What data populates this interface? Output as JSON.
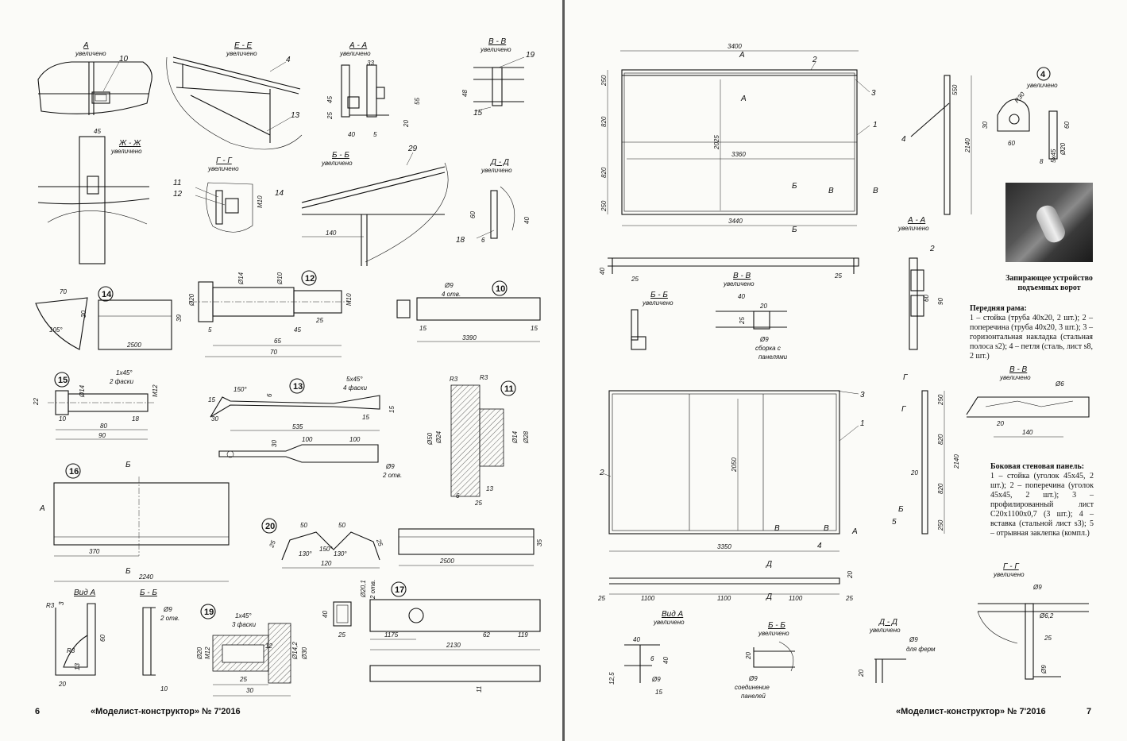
{
  "left_page": {
    "footer": {
      "page_number": "6",
      "journal": "«Моделист-конструктор» № 7'2016"
    },
    "views": {
      "a_mag": "А",
      "ee": "Е - Е",
      "aa": "А - А",
      "vv": "В - В",
      "zhzh": "Ж - Ж",
      "gg": "Г - Г",
      "bb": "Б - Б",
      "dd": "Д - Д",
      "vid_a": "Вид А",
      "bb2": "Б - Б",
      "magnified": "увеличено"
    },
    "parts": [
      "14",
      "12",
      "10",
      "15",
      "13",
      "11",
      "16",
      "20",
      "19",
      "17"
    ],
    "labels": {
      "n10": "10",
      "n4": "4",
      "n13": "13",
      "n19": "19",
      "n15": "15",
      "n11": "11",
      "n12": "12",
      "n14": "14",
      "n29": "29",
      "n18": "18",
      "d33": "33",
      "d45": "45",
      "d25": "25",
      "d40": "40",
      "d5": "5",
      "d55": "55",
      "d20": "20",
      "d48": "48",
      "d45b": "45",
      "m10": "M10",
      "d140": "140",
      "d60": "60",
      "d40b": "40",
      "d6": "6",
      "d70": "70",
      "d30": "30",
      "d105": "105°",
      "d2500": "2500",
      "d39": "39",
      "d_20": "Ø20",
      "d_14": "Ø14",
      "d_10": "Ø10",
      "m10b": "M10",
      "d5b": "5",
      "d45c": "45",
      "d25b": "25",
      "d65": "65",
      "d70b": "70",
      "d_9": "Ø9",
      "otv4": "4 отв.",
      "d15": "15",
      "d3390": "3390",
      "d15b": "15",
      "d22": "22",
      "d_14b": "Ø14",
      "ch1": "1x45°",
      "ch1b": "2 фаски",
      "m12": "M12",
      "d10": "10",
      "d80": "80",
      "d18": "18",
      "d90": "90",
      "d150": "150°",
      "d15c": "15",
      "d30b": "30",
      "d6b": "6",
      "ch5": "5x45°",
      "ch5b": "4 фаски",
      "d535": "535",
      "d15d": "15",
      "d15e": "15",
      "d30c": "30",
      "d100": "100",
      "d100b": "100",
      "d_9b": "Ø9",
      "otv2": "2 отв.",
      "r3": "R3",
      "r3b": "R3",
      "d_50": "Ø50",
      "d_24": "Ø24",
      "d_14c": "Ø14",
      "d_28": "Ø28",
      "d13": "13",
      "d6c": "6",
      "d25c": "25",
      "sb": "Б",
      "sa": "А",
      "d370": "370",
      "d2240": "2240",
      "d50": "50",
      "d50b": "50",
      "d25d": "25",
      "d25e": "25",
      "d130": "130°",
      "d150b": "150°",
      "d130b": "130°",
      "d120": "120",
      "d2500b": "2500",
      "d35": "35",
      "r3c": "R3",
      "d3": "3",
      "d60b": "60",
      "r3d": "R3",
      "d13b": "13",
      "d20b": "20",
      "d_9c": "Ø9",
      "otv2b": "2 отв.",
      "d10b": "10",
      "ch1c": "1x45°",
      "ch1d": "3 фаски",
      "d_20b": "Ø20",
      "m12b": "M12",
      "d12": "12",
      "d_14d": "Ø14,2",
      "d_30": "Ø30",
      "d25f": "25",
      "d30d": "30",
      "d40c": "40",
      "d25g": "25",
      "d_20c": "Ø20,1",
      "otv2c": "2 отв.",
      "d1175": "1175",
      "d62": "62",
      "d119": "119",
      "d2130": "2130",
      "d11": "11"
    }
  },
  "right_page": {
    "footer": {
      "page_number": "7",
      "journal": "«Моделист-конструктор» № 7'2016"
    },
    "views": {
      "vv": "В - В",
      "bb": "Б - Б",
      "aa": "А - А",
      "vv2": "В - В",
      "gg": "Г - Г",
      "vid_a": "Вид А",
      "bb2": "Б - Б",
      "dd": "Д - Д",
      "magnified": "увеличено"
    },
    "labels": {
      "d3400": "3400",
      "sa": "А",
      "sa2": "А",
      "n2": "2",
      "n3": "3",
      "n1": "1",
      "d250": "250",
      "d820": "820",
      "d820b": "820",
      "d250b": "250",
      "d2025": "2025",
      "d3360": "3360",
      "sb": "Б",
      "sv": "В",
      "sv2": "В",
      "sb2": "Б",
      "d3440": "3440",
      "n4": "4",
      "d550": "550",
      "d2140": "2140",
      "p4": "4",
      "r30": "R30",
      "d30": "30",
      "d60": "60",
      "d60b": "60",
      "d8": "8",
      "ch5": "5x45",
      "d_20": "Ø20",
      "d40": "40",
      "d25": "25",
      "d25b": "25",
      "d40b": "40",
      "d20": "20",
      "d25c": "25",
      "d_9": "Ø9",
      "assembly": "сборка с",
      "panels": "панелями",
      "n2b": "2",
      "d60c": "60",
      "d90": "90",
      "n3b": "3",
      "n1b": "1",
      "n2c": "2",
      "d2050": "2050",
      "svb": "В",
      "svb2": "В",
      "sab": "А",
      "n4b": "4",
      "d3350": "3350",
      "sg": "Г",
      "sg2": "Г",
      "d250c": "250",
      "d820c": "820",
      "d2140b": "2140",
      "d20b": "20",
      "d820d": "820",
      "sbb": "Б",
      "n5": "5",
      "d250d": "250",
      "d_6": "Ø6",
      "d20c": "20",
      "d140": "140",
      "sd": "Д",
      "sd2": "Д",
      "d25d": "25",
      "d1100": "1100",
      "d1100b": "1100",
      "d1100c": "1100",
      "d20d": "20",
      "d25e": "25",
      "d40c": "40",
      "d6": "6",
      "d40d": "40",
      "d12_5": "12,5",
      "d_9b": "Ø9",
      "d15": "15",
      "d20e": "20",
      "d_9c": "Ø9",
      "joining": "соединение",
      "panels2": "панелей",
      "d_9d": "Ø9",
      "for_trusses": "для ферм",
      "d20f": "20",
      "d_9e": "Ø9",
      "d_6_2": "Ø6,2",
      "d25f": "25",
      "d_9f": "Ø9"
    },
    "caption_photo": "Запирающее устройство подъемных ворот",
    "caption_front_title": "Передняя рама:",
    "caption_front_text": "1 – стойка (труба 40х20, 2 шт.); 2 – поперечина (труба 40х20, 3 шт.); 3 – горизонтальная накладка (стальная полоса s2); 4 – петля (сталь, лист s8, 2 шт.)",
    "caption_side_title": "Боковая стеновая панель:",
    "caption_side_text": "1 – стойка (уголок 45х45, 2 шт.); 2 – поперечина (уголок 45х45, 2 шт.); 3 – профилированный лист С20х1100х0,7 (3 шт.); 4 – вставка (стальной лист s3); 5 – отрывная заклепка (компл.)"
  }
}
